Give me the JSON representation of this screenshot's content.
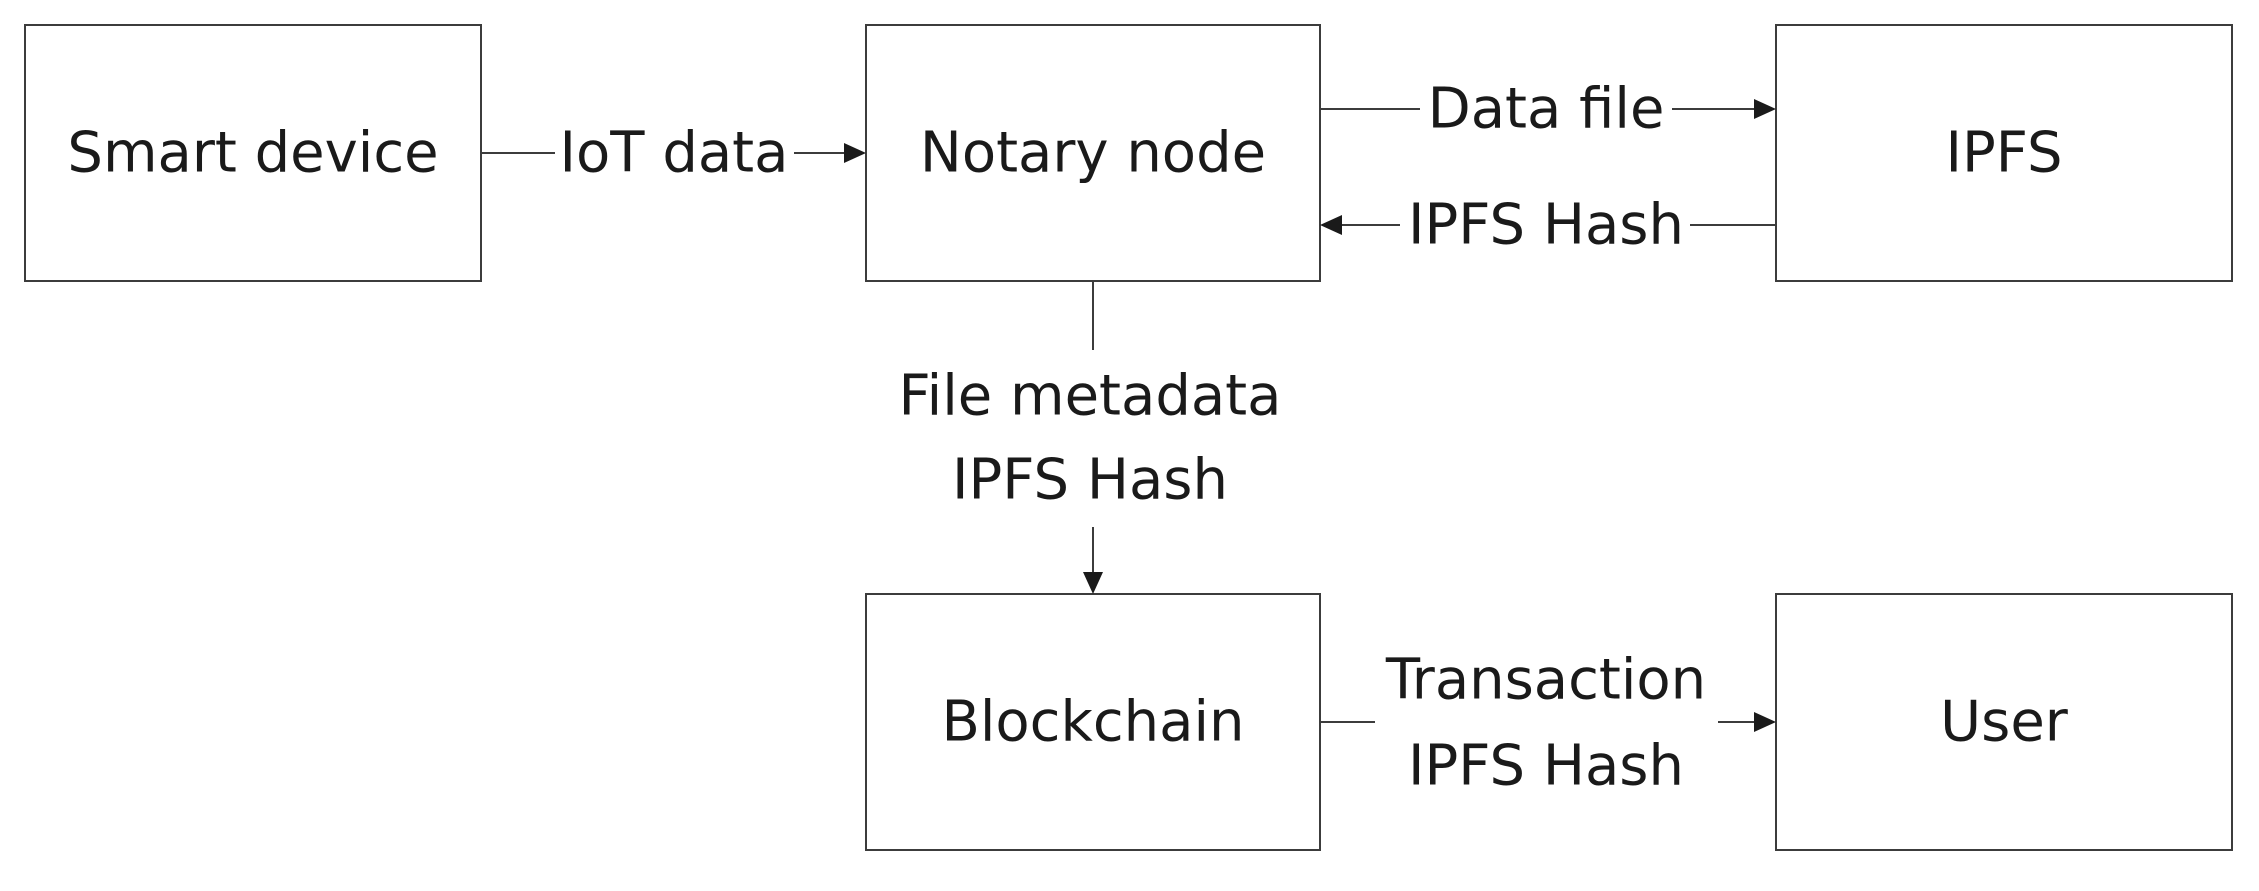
{
  "nodes": {
    "smart_device": "Smart device",
    "notary_node": "Notary node",
    "ipfs": "IPFS",
    "blockchain": "Blockchain",
    "user": "User"
  },
  "edges": {
    "iot_data": "IoT data",
    "data_file": "Data file",
    "ipfs_hash_return": "IPFS Hash",
    "file_metadata_line1": "File metadata",
    "file_metadata_line2": "IPFS Hash",
    "transaction_line1": "Transaction",
    "transaction_line2": "IPFS Hash"
  },
  "colors": {
    "stroke": "#3c3c3c",
    "text": "#1a1a1a",
    "background": "#ffffff"
  }
}
